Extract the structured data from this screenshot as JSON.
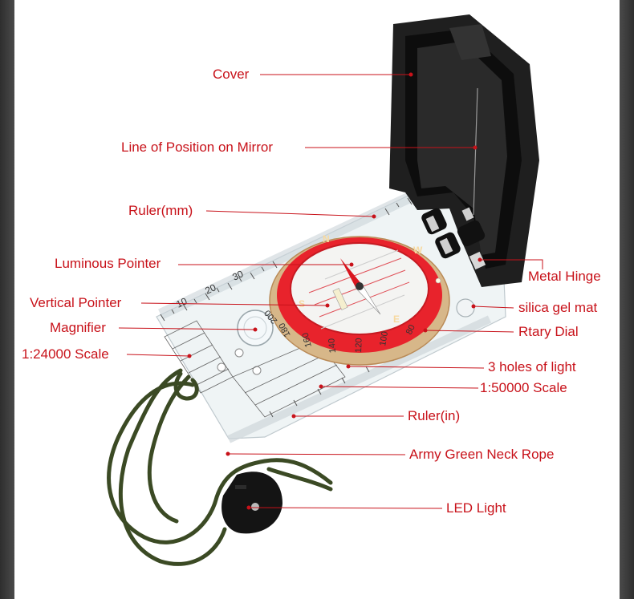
{
  "callouts": {
    "cover": "Cover",
    "line_of_position": "Line of Position on Mirror",
    "ruler_mm": "Ruler(mm)",
    "luminous_pointer": "Luminous Pointer",
    "metal_hinge": "Metal Hinge",
    "vertical_pointer": "Vertical Pointer",
    "silica_gel_mat": "silica gel mat",
    "magnifier": "Magnifier",
    "rotary_dial": "Rtary Dial",
    "scale_24000": "1:24000 Scale",
    "three_holes": "3 holes of light",
    "scale_50000": "1:50000 Scale",
    "ruler_in": "Ruler(in)",
    "neck_rope": "Army Green Neck Rope",
    "led_light": "LED Light"
  },
  "dial": {
    "cardinals": [
      "N",
      "E",
      "S",
      "W"
    ],
    "degree_labels": [
      "80",
      "100",
      "120",
      "140",
      "160",
      "180",
      "200"
    ]
  },
  "ruler": {
    "mm_labels": [
      "10",
      "20",
      "30"
    ]
  },
  "colors": {
    "label": "#c8121a",
    "bezel": "#e8232c",
    "rope": "#3b4a24",
    "cover": "#1f1f1f"
  }
}
